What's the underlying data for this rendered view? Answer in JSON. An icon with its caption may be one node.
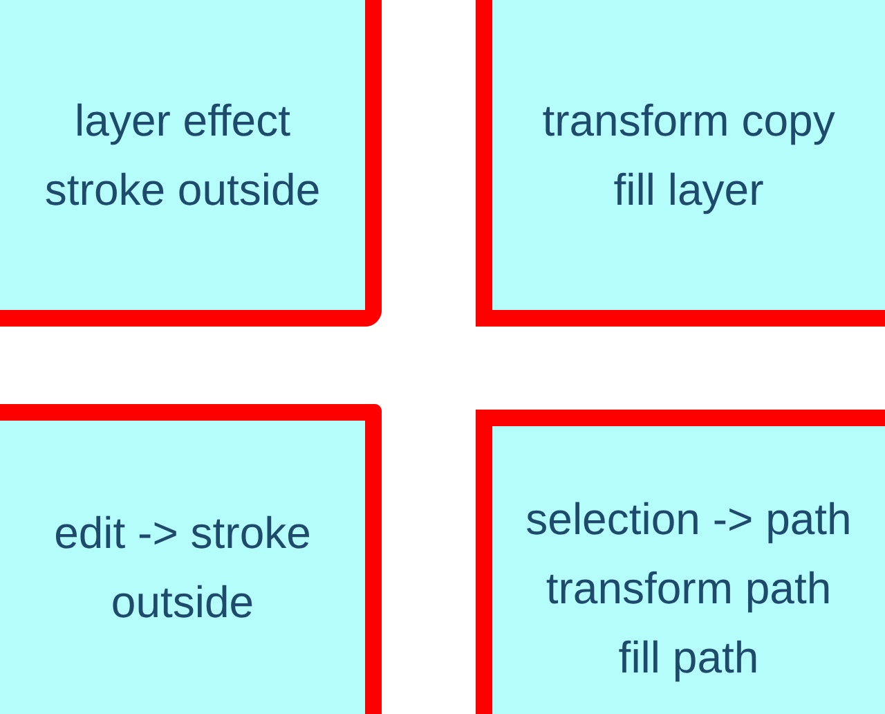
{
  "diagram": {
    "nodes": [
      {
        "text": [
          "layer effect stroke outside"
        ]
      },
      {
        "text": [
          "transform copy fill layer"
        ]
      },
      {
        "text": [
          "edit -> stroke outside"
        ]
      },
      {
        "text": [
          "selection -> path transform path fill path"
        ]
      }
    ]
  }
}
